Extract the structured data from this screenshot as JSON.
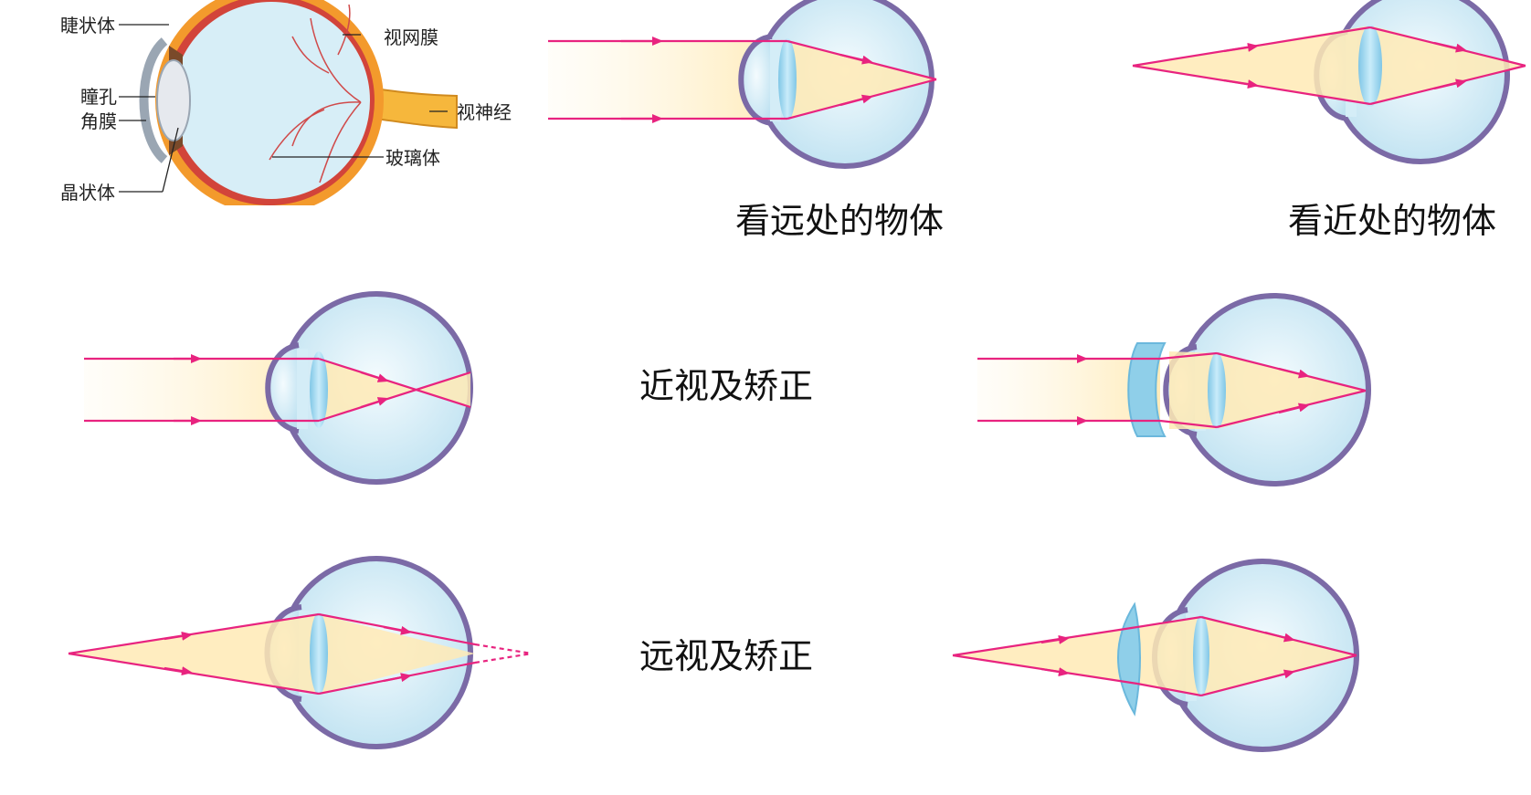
{
  "anatomy": {
    "labels": {
      "ciliary_body": "睫状体",
      "pupil": "瞳孔",
      "cornea": "角膜",
      "lens": "晶状体",
      "retina": "视网膜",
      "optic_nerve": "视神经",
      "vitreous": "玻璃体"
    }
  },
  "captions": {
    "far": "看远处的物体",
    "near": "看近处的物体",
    "myopia": "近视及矫正",
    "hyperopia": "远视及矫正"
  },
  "colors": {
    "ray": "#e8237f",
    "eye_fill": "#cfe9f4",
    "eye_outline": "#7b6aa6",
    "lens": "#8fcfe9",
    "beam": "#fff1c9"
  }
}
